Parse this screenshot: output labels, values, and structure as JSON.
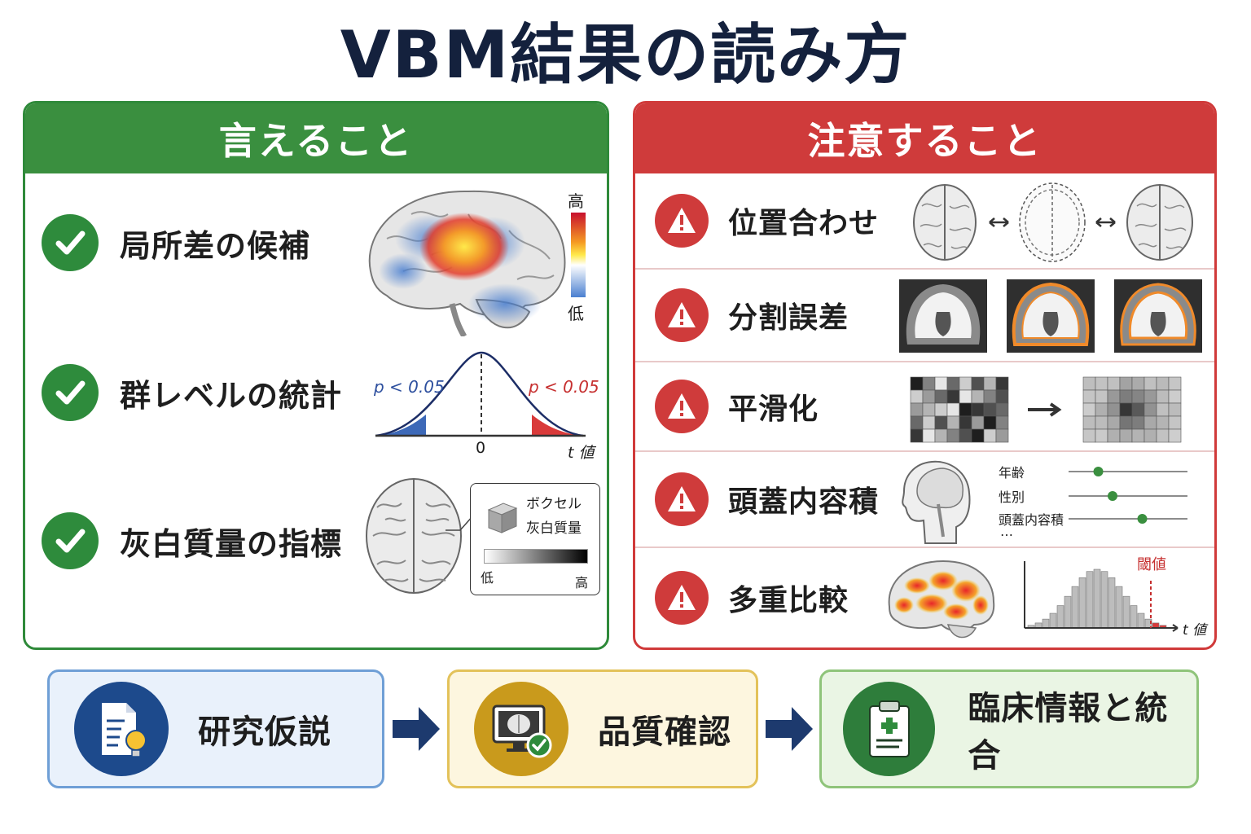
{
  "title": "VBM結果の読み方",
  "left_panel": {
    "heading": "言えること",
    "items": [
      {
        "label": "局所差の候補",
        "icon": "check-icon"
      },
      {
        "label": "群レベルの統計",
        "icon": "check-icon"
      },
      {
        "label": "灰白質量の指標",
        "icon": "check-icon"
      }
    ],
    "colorbar": {
      "high": "高",
      "low": "低"
    },
    "distribution": {
      "left_label": "p < 0.05",
      "right_label": "p < 0.05",
      "center": "0",
      "axis": "t 値"
    },
    "voxel_legend": {
      "line1": "ボクセル",
      "line2": "灰白質量",
      "low": "低",
      "high": "高"
    }
  },
  "right_panel": {
    "heading": "注意すること",
    "items": [
      {
        "label": "位置合わせ",
        "icon": "warning-icon"
      },
      {
        "label": "分割誤差",
        "icon": "warning-icon"
      },
      {
        "label": "平滑化",
        "icon": "warning-icon"
      },
      {
        "label": "頭蓋内容積",
        "icon": "warning-icon"
      },
      {
        "label": "多重比較",
        "icon": "warning-icon"
      }
    ],
    "covariates": [
      {
        "label": "年齢",
        "level": 0.25
      },
      {
        "label": "性別",
        "level": 0.37
      },
      {
        "label": "頭蓋内容積",
        "level": 0.62
      }
    ],
    "covariates_more": "…",
    "threshold_label": "閾値",
    "histogram_axis": "t 値"
  },
  "flow": [
    {
      "label": "研究仮説",
      "icon": "document-lightbulb-icon"
    },
    {
      "label": "品質確認",
      "icon": "monitor-brain-check-icon"
    },
    {
      "label": "臨床情報と統合",
      "icon": "clipboard-medical-icon"
    }
  ],
  "colors": {
    "green": "#3a8f3f",
    "red": "#cf3b3b",
    "navy": "#14213d",
    "flow_blue_bg": "#e9f1fb",
    "flow_yellow_bg": "#fdf6df",
    "flow_green_bg": "#eaf5e4"
  }
}
